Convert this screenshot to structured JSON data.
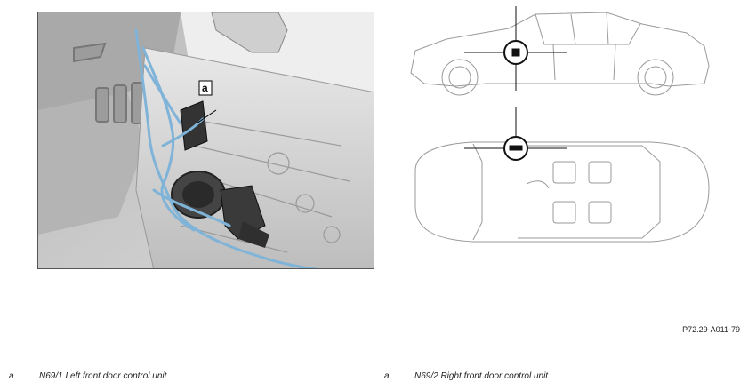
{
  "callout": {
    "letter": "a"
  },
  "document_id": "P72.29-A011-79",
  "legend": [
    {
      "key": "a",
      "text": "N69/1 Left front door control unit"
    },
    {
      "key": "a",
      "text": "N69/2 Right front door control unit"
    }
  ],
  "colors": {
    "wiring_harness": "#7fb3d8",
    "door_panel": "#c8c8c8",
    "callout_frame": "#000000"
  }
}
